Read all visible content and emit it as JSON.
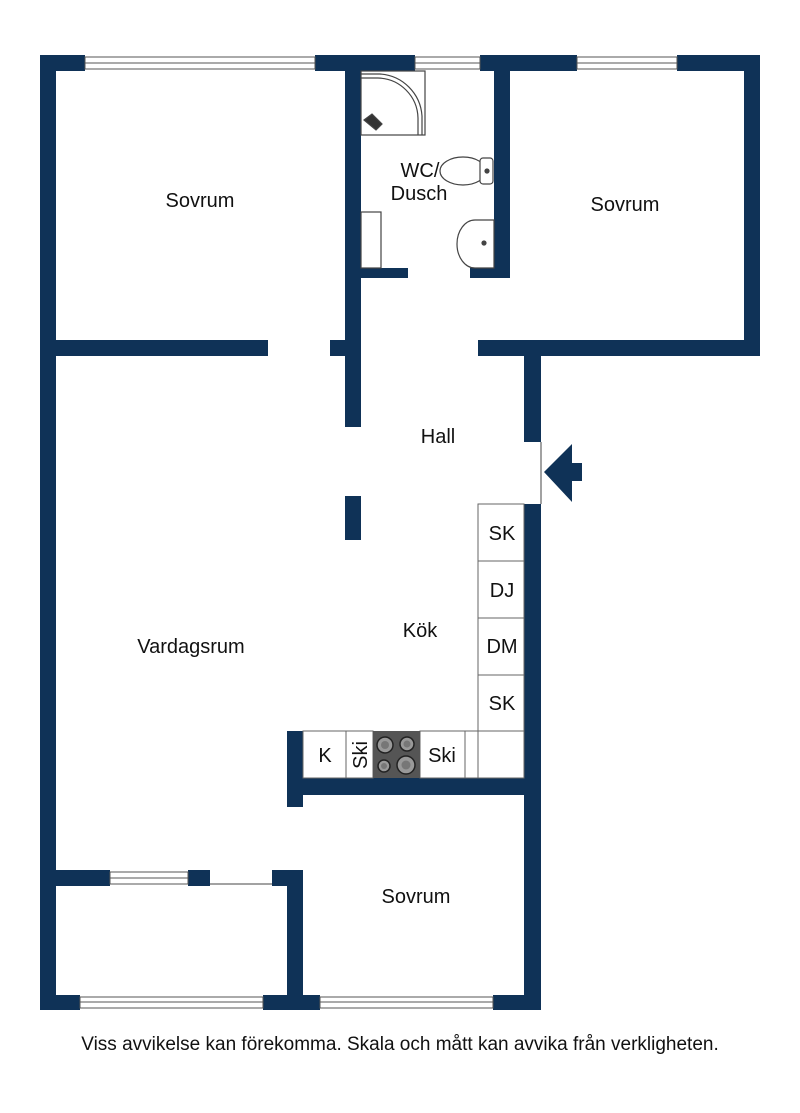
{
  "colors": {
    "wall": "#0f3257",
    "background": "#ffffff",
    "fixture_line": "#444444",
    "hob": "#555555"
  },
  "rooms": {
    "bedroom_top_left": "Sovrum",
    "bathroom_line1": "WC/",
    "bathroom_line2": "Dusch",
    "bedroom_top_right": "Sovrum",
    "hall": "Hall",
    "kitchen": "Kök",
    "living_room": "Vardagsrum",
    "bedroom_bottom": "Sovrum"
  },
  "appliances": {
    "cabinet_1": "SK",
    "dishwasher_cabinet": "DJ",
    "dishwasher": "DM",
    "cabinet_2": "SK",
    "fridge": "K",
    "drawer_left": "Ski",
    "drawer_right": "Ski"
  },
  "icons": {
    "entrance": "entrance-arrow-icon",
    "hob": "stove-hob-icon",
    "shower": "shower-icon",
    "toilet": "toilet-icon",
    "sink": "sink-icon"
  },
  "disclaimer": "Viss avvikelse kan förekomma. Skala och mått kan avvika från verkligheten."
}
